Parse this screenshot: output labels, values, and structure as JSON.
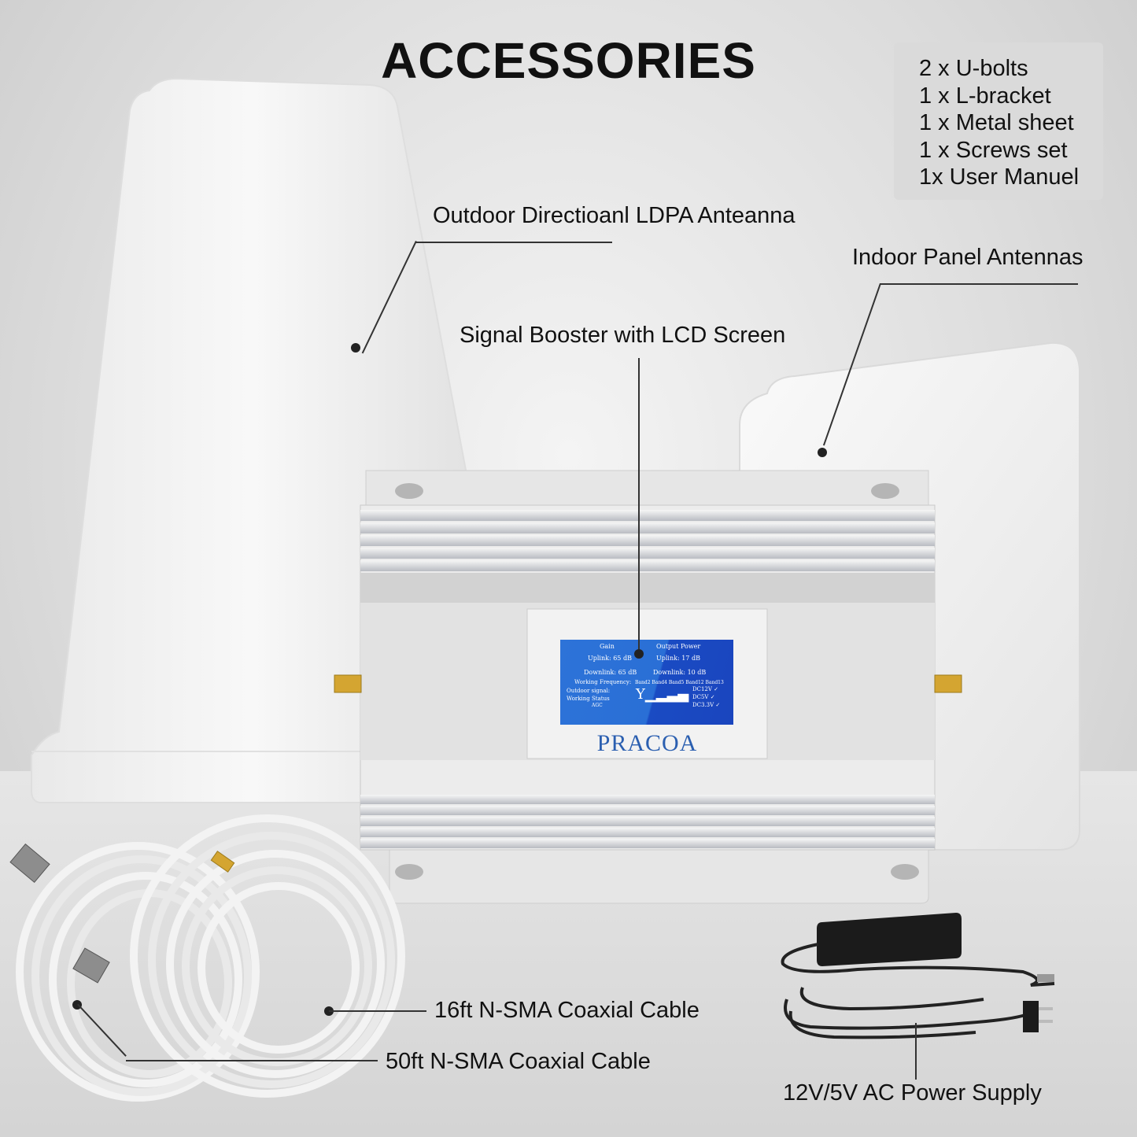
{
  "title": "ACCESSORIES",
  "accessories_list": [
    "2 x U-bolts",
    "1 x L-bracket",
    "1 x Metal sheet",
    "1 x Screws set",
    "1x User Manuel"
  ],
  "labels": {
    "outdoor_antenna": "Outdoor Directioanl LDPA Anteanna",
    "indoor_antennas": "Indoor Panel Antennas",
    "booster": "Signal Booster with LCD Screen",
    "cable_16": "16ft N-SMA Coaxial Cable",
    "cable_50": "50ft N-SMA Coaxial Cable",
    "power_supply": "12V/5V AC Power Supply"
  },
  "device": {
    "brand": "PRACOA",
    "lcd": {
      "gain": "Gain",
      "output_power": "Output Power",
      "uplink_gain": "Uplink: 65 dB",
      "downlink_gain": "Downlink: 65 dB",
      "uplink_power": "Uplink: 17 dB",
      "downlink_power": "Downlink: 10 dB",
      "working_frequency": "Working Frequency:",
      "bands": "Band2 Band4 Band5 Band12 Band13",
      "outdoor_signal": "Outdoor signal:",
      "working_status": "Working Status",
      "agc": "AGC",
      "dc12": "DC12V ✓",
      "dc5": "DC5V ✓",
      "dc33": "DC3.3V ✓"
    }
  },
  "colors": {
    "lcd_blue": "#2a6fd6",
    "brand_blue": "#2b5fb0",
    "label_box": "#dadada"
  }
}
